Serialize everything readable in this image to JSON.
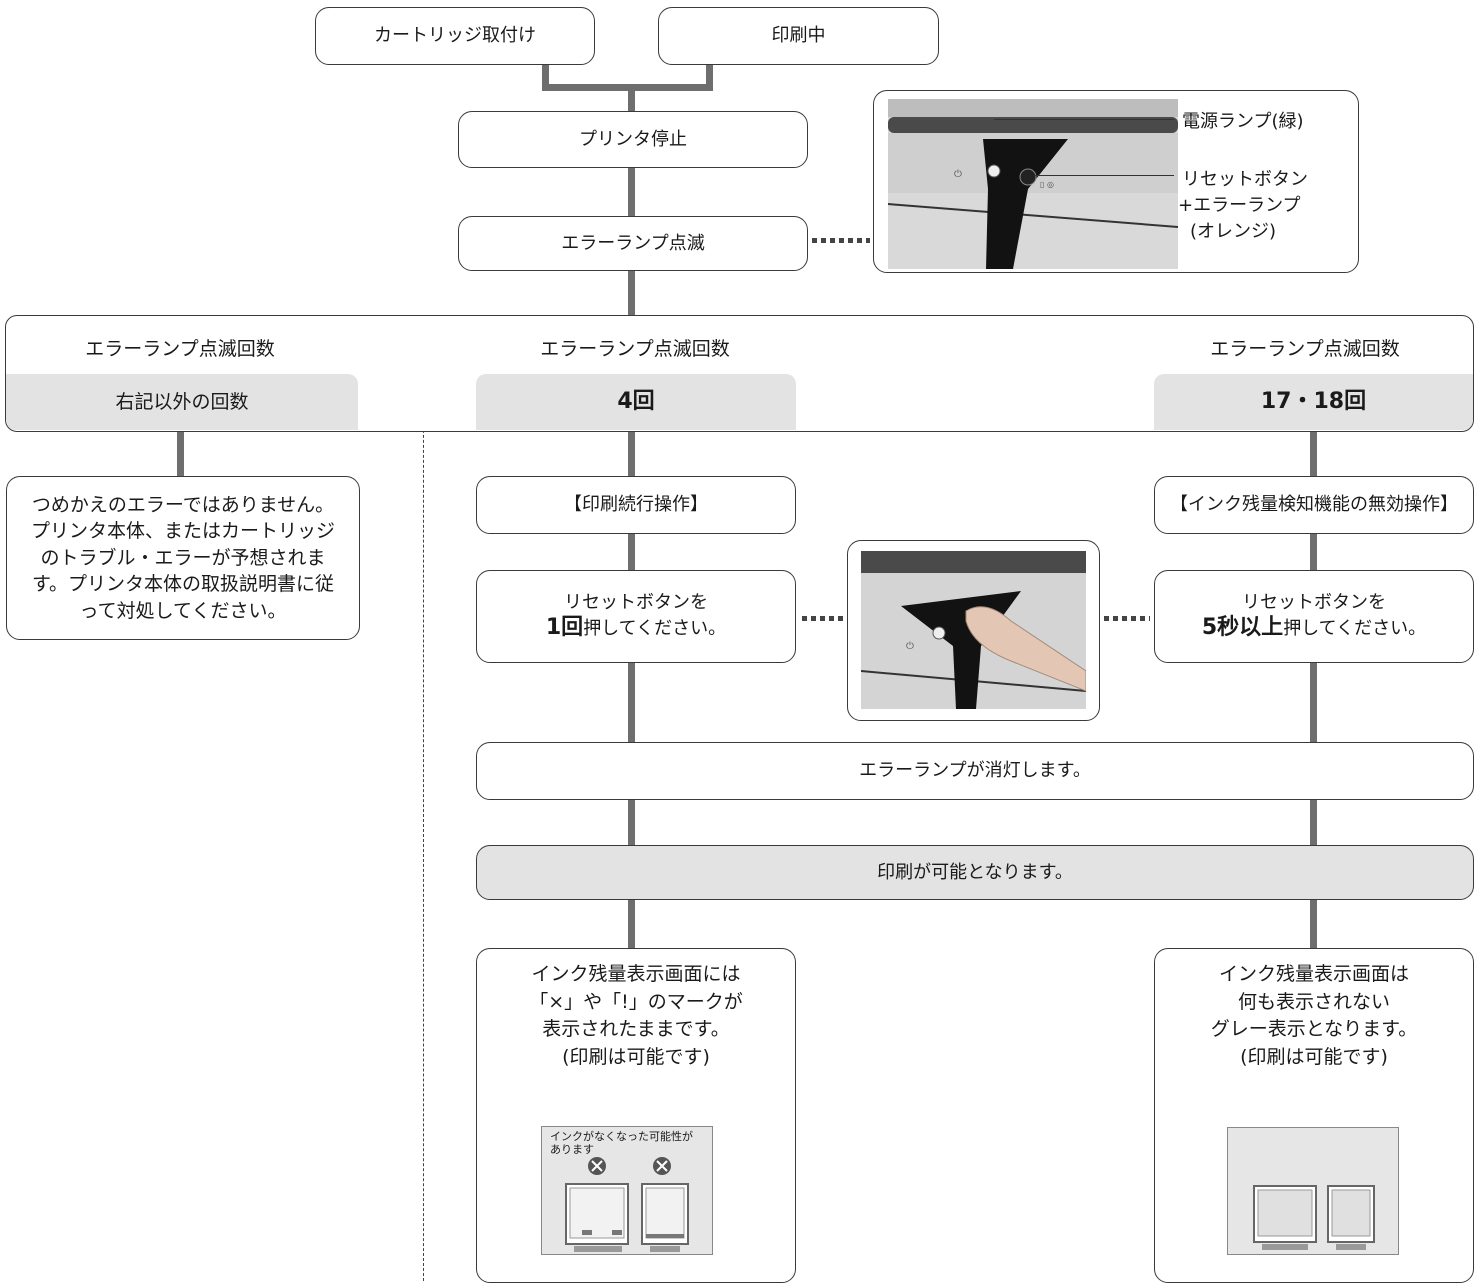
{
  "top": {
    "cartridge": "カートリッジ取付け",
    "printing": "印刷中",
    "stop": "プリンタ停止",
    "blink": "エラーランプ点滅"
  },
  "panel": {
    "power_lamp": "電源ランプ(緑)",
    "reset_line1": "リセットボタン",
    "reset_line2": "+エラーランプ",
    "reset_line3": "(オレンジ)"
  },
  "branches": {
    "left": {
      "heading": "エラーランプ点滅回数",
      "count": "右記以外の回数",
      "note": "つめかえのエラーではありません。プリンタ本体、またはカートリッジのトラブル・エラーが予想されます。プリンタ本体の取扱説明書に従って対処してください。"
    },
    "middle": {
      "heading": "エラーランプ点滅回数",
      "count": "4回",
      "operation": "【印刷続行操作】",
      "instr_line1": "リセットボタンを",
      "instr_bold": "1回",
      "instr_rest": "押してください。",
      "result_line1": "インク残量表示画面には",
      "result_line2": "「×」や「!」のマークが",
      "result_line3": "表示されたままです。",
      "result_line4": "(印刷は可能です)",
      "screen_text": "インクがなくなった可能性があります"
    },
    "right": {
      "heading": "エラーランプ点滅回数",
      "count": "17・18回",
      "operation": "【インク残量検知機能の無効操作】",
      "instr_line1": "リセットボタンを",
      "instr_bold": "5秒以上",
      "instr_rest": "押してください。",
      "result_line1": "インク残量表示画面は",
      "result_line2": "何も表示されない",
      "result_line3": "グレー表示となります。",
      "result_line4": "(印刷は可能です)"
    }
  },
  "common": {
    "lamp_off": "エラーランプが消灯します。",
    "printable": "印刷が可能となります。"
  }
}
